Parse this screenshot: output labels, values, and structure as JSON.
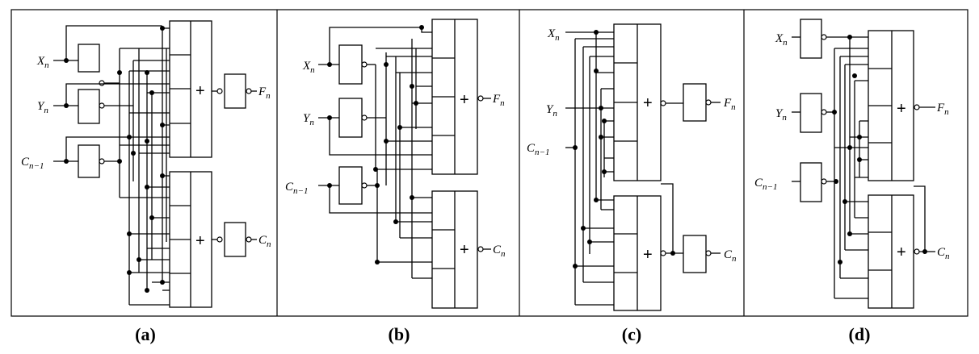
{
  "panels": [
    {
      "caption": "(a)",
      "inputs": [
        {
          "base": "X",
          "sub": "n"
        },
        {
          "base": "Y",
          "sub": "n"
        },
        {
          "base": "C",
          "sub": "n−1"
        }
      ],
      "operator": "+",
      "outputs": [
        {
          "base": "F",
          "sub": "n"
        },
        {
          "base": "C",
          "sub": "n"
        }
      ]
    },
    {
      "caption": "(b)",
      "inputs": [
        {
          "base": "X",
          "sub": "n"
        },
        {
          "base": "Y",
          "sub": "n"
        },
        {
          "base": "C",
          "sub": "n−1"
        }
      ],
      "operator": "+",
      "outputs": [
        {
          "base": "F",
          "sub": "n"
        },
        {
          "base": "C",
          "sub": "n"
        }
      ]
    },
    {
      "caption": "(c)",
      "inputs": [
        {
          "base": "X",
          "sub": "n"
        },
        {
          "base": "Y",
          "sub": "n"
        },
        {
          "base": "C",
          "sub": "n−1"
        }
      ],
      "operator": "+",
      "outputs": [
        {
          "base": "F",
          "sub": "n"
        },
        {
          "base": "C",
          "sub": "n"
        }
      ]
    },
    {
      "caption": "(d)",
      "inputs": [
        {
          "base": "X",
          "sub": "n"
        },
        {
          "base": "Y",
          "sub": "n"
        },
        {
          "base": "C",
          "sub": "n−1"
        }
      ],
      "operator": "+",
      "outputs": [
        {
          "base": "F",
          "sub": "n"
        },
        {
          "base": "C",
          "sub": "n"
        }
      ]
    }
  ]
}
